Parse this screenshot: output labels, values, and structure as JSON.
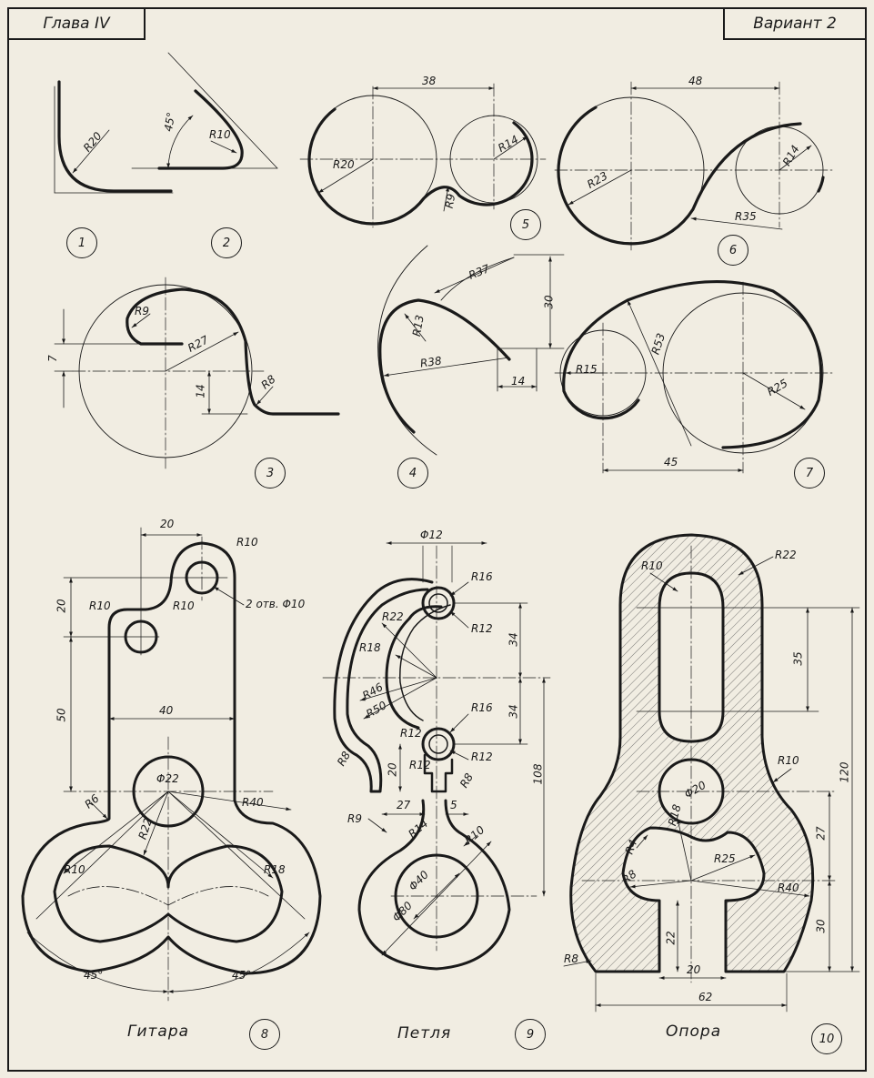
{
  "header": {
    "chapter": "Глава IV",
    "variant": "Вариант 2"
  },
  "captions": {
    "fig8": "Гитара",
    "fig9": "Петля",
    "fig10": "Опора"
  },
  "figure_numbers": [
    "1",
    "2",
    "3",
    "4",
    "5",
    "6",
    "7",
    "8",
    "9",
    "10"
  ],
  "dims": {
    "f1_r": "R20",
    "f2_ang": "45°",
    "f2_r": "R10",
    "f5_w": "38",
    "f5_r1": "R20",
    "f5_r2": "R14",
    "f5_r3": "R9",
    "f6_w": "48",
    "f6_r1": "R23",
    "f6_r2": "R14",
    "f6_r3": "R35",
    "f3_r1": "R9",
    "f3_r2": "R27",
    "f3_r3": "R8",
    "f3_h1": "7",
    "f3_h2": "14",
    "f4_r1": "R37",
    "f4_r2": "R13",
    "f4_r3": "R38",
    "f4_h": "30",
    "f4_w": "14",
    "f7_r1": "R53",
    "f7_r2": "R15",
    "f7_r3": "R25",
    "f7_w": "45",
    "f8_w1": "20",
    "f8_r1": "R10",
    "f8_r2": "R10",
    "f8_r3": "R10",
    "f8_holes": "2 отв. Φ10",
    "f8_h1": "20",
    "f8_h2": "50",
    "f8_w2": "40",
    "f8_d": "Φ22",
    "f8_r4": "R6",
    "f8_r5": "R40",
    "f8_r6": "R22",
    "f8_r7": "R10",
    "f8_r8": "R18",
    "f8_a1": "45°",
    "f8_a2": "45°",
    "f9_d1": "Φ12",
    "f9_r1": "R16",
    "f9_r2": "R22",
    "f9_r3": "R12",
    "f9_r4": "R18",
    "f9_h1": "34",
    "f9_h2": "34",
    "f9_r5": "R46",
    "f9_r6": "R50",
    "f9_r7": "R16",
    "f9_r8": "R12",
    "f9_r9": "R12",
    "f9_r10": "R12",
    "f9_r11": "R8",
    "f9_r12": "R8",
    "f9_h3": "20",
    "f9_h4": "108",
    "f9_w1": "27",
    "f9_w2": "5",
    "f9_r13": "R9",
    "f9_r14": "R14",
    "f9_r15": "R10",
    "f9_d2": "Φ40",
    "f9_d3": "Φ80",
    "f10_r1": "R10",
    "f10_r2": "R22",
    "f10_h1": "35",
    "f10_h2": "120",
    "f10_r3": "R10",
    "f10_d": "Φ20",
    "f10_r4": "R18",
    "f10_h3": "27",
    "f10_r5": "R4",
    "f10_r6": "R25",
    "f10_r7": "R8",
    "f10_r8": "R40",
    "f10_h4": "22",
    "f10_h5": "30",
    "f10_r9": "R8",
    "f10_w1": "20",
    "f10_w2": "62"
  }
}
